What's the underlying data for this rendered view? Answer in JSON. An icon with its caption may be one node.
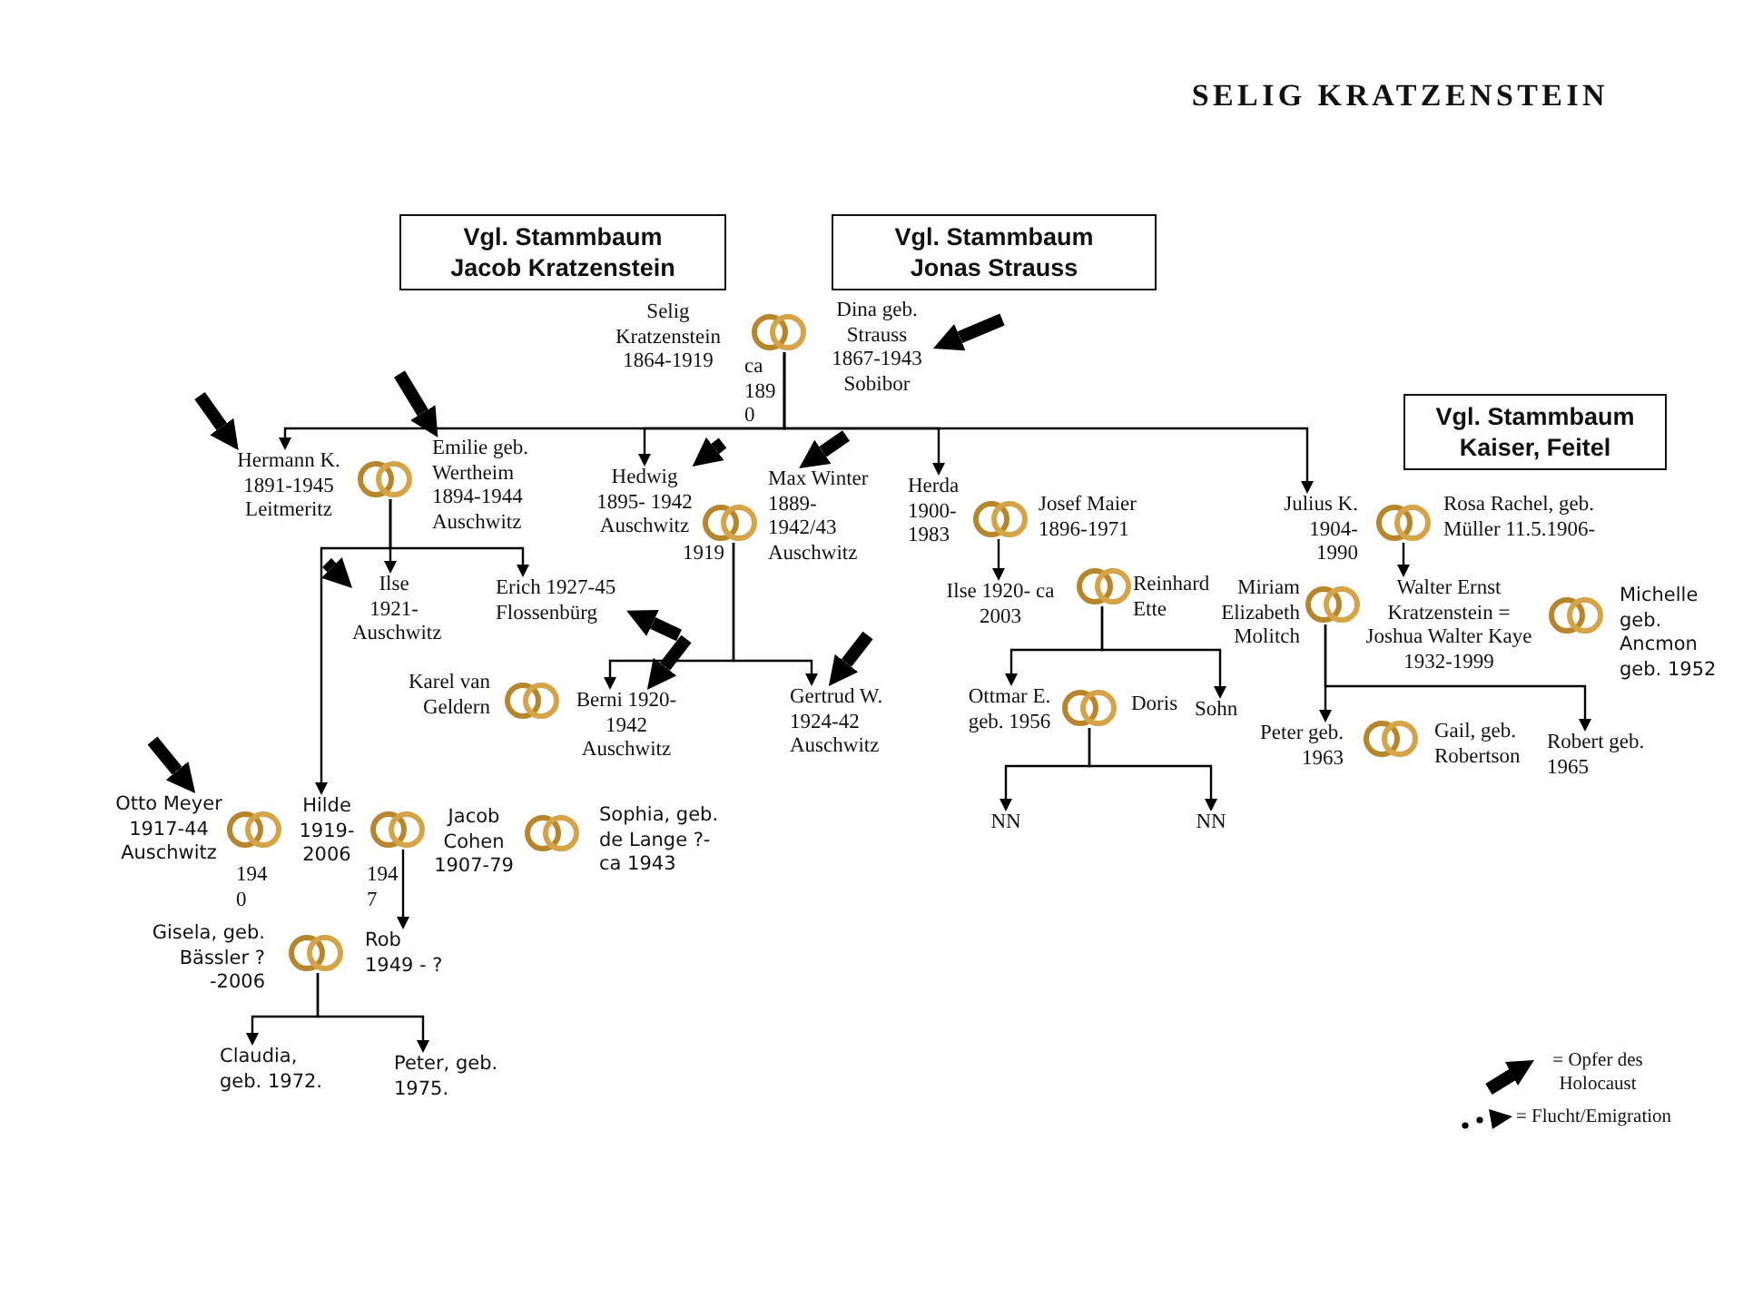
{
  "diagram": {
    "title": "SELIG KRATZENSTEIN",
    "nodes": [
      {
        "text": [
          "Vgl. Stammbaum Jacob Kratzenstein"
        ]
      },
      {
        "text": [
          "Vgl. Stammbaum Jonas Strauss"
        ]
      },
      {
        "text": [
          "Selig Kratzenstein 1864-1919"
        ]
      },
      {
        "text": [],
        "shape": "rings",
        "beside": [
          "ca 189 0"
        ]
      },
      {
        "text": [
          "Dina geb. Strauss 1867-1943 Sobibor"
        ]
      },
      {
        "text": [
          "Vgl. Stammbaum Kaiser, Feitel"
        ]
      },
      {
        "text": [
          "Hermann K. 1891-1945 Leitmeritz"
        ]
      },
      {
        "text": [],
        "shape": "rings"
      },
      {
        "text": [
          "Emilie geb. Wertheim 1894-1944 Auschwitz"
        ]
      },
      {
        "text": [
          "Hedwig 1895- 1942 Auschwitz"
        ]
      },
      {
        "text": [],
        "shape": "rings",
        "beside": [
          "1919"
        ]
      },
      {
        "text": [
          "Max Winter 1889- 1942/43 Auschwitz"
        ]
      },
      {
        "text": [
          "Herda 1900- 1983"
        ]
      },
      {
        "text": [],
        "shape": "rings"
      },
      {
        "text": [
          "Josef Maier 1896-1971"
        ]
      },
      {
        "text": [
          "Julius K. 1904- 1990"
        ]
      },
      {
        "text": [],
        "shape": "rings"
      },
      {
        "text": [
          "Rosa Rachel, geb. Müller 11.5.1906-"
        ]
      },
      {
        "text": [
          "Ilse 1921- Auschwitz"
        ]
      },
      {
        "text": [
          "Erich 1927-45 Flossenbürg"
        ]
      },
      {
        "text": [
          "Karel van Geldern"
        ]
      },
      {
        "text": [],
        "shape": "rings"
      },
      {
        "text": [
          "Berni 1920-1942 Auschwitz"
        ]
      },
      {
        "text": [
          "Gertrud W. 1924-42 Auschwitz"
        ]
      },
      {
        "text": [
          "Ilse 1920- ca 2003"
        ]
      },
      {
        "text": [],
        "shape": "rings"
      },
      {
        "text": [
          "Reinhard Ette"
        ]
      },
      {
        "text": [
          "Miriam Elizabeth Molitch"
        ]
      },
      {
        "text": [],
        "shape": "rings"
      },
      {
        "text": [
          "Walter Ernst Kratzenstein = Joshua Walter Kaye 1932-1999"
        ]
      },
      {
        "text": [],
        "shape": "rings"
      },
      {
        "text": [
          "Michelle geb. Ancmon geb. 1952"
        ]
      },
      {
        "text": [
          "Ottmar E. geb. 1956"
        ]
      },
      {
        "text": [],
        "shape": "rings"
      },
      {
        "text": [
          "Doris"
        ]
      },
      {
        "text": [
          "Sohn"
        ]
      },
      {
        "text": [
          "Peter geb. 1963"
        ]
      },
      {
        "text": [],
        "shape": "rings"
      },
      {
        "text": [
          "Gail, geb. Robertson"
        ]
      },
      {
        "text": [
          "Robert geb. 1965"
        ]
      },
      {
        "text": [
          "NN"
        ]
      },
      {
        "text": [
          "NN"
        ]
      },
      {
        "text": [
          "Otto Meyer 1917-44 Auschwitz"
        ]
      },
      {
        "text": [],
        "shape": "rings",
        "beside": [
          "194 0"
        ]
      },
      {
        "text": [
          "Hilde 1919- 2006"
        ]
      },
      {
        "text": [],
        "shape": "rings",
        "beside": [
          "194 7"
        ]
      },
      {
        "text": [
          "Jacob Cohen 1907-79"
        ]
      },
      {
        "text": [],
        "shape": "rings"
      },
      {
        "text": [
          "Sophia, geb. de Lange ?-ca 1943"
        ]
      },
      {
        "text": [
          "Gisela, geb. Bässler ?-2006"
        ]
      },
      {
        "text": [],
        "shape": "rings"
      },
      {
        "text": [
          "Rob 1949 - ?"
        ]
      },
      {
        "text": [
          "Claudia, geb. 1972."
        ]
      },
      {
        "text": [
          "Peter, geb. 1975."
        ]
      }
    ],
    "edges": [
      {
        "from": 3,
        "to": 6,
        "arrow": "to"
      },
      {
        "from": 3,
        "to": 9,
        "arrow": "to"
      },
      {
        "from": 3,
        "to": 12,
        "arrow": "to"
      },
      {
        "from": 3,
        "to": 15,
        "arrow": "to"
      },
      {
        "from": 7,
        "to": 18,
        "arrow": "to"
      },
      {
        "from": 7,
        "to": 19,
        "arrow": "to"
      },
      {
        "from": 7,
        "to": 44,
        "arrow": "to"
      },
      {
        "from": 10,
        "to": 22,
        "arrow": "to"
      },
      {
        "from": 10,
        "to": 23,
        "arrow": "to"
      },
      {
        "from": 13,
        "to": 24,
        "arrow": "to"
      },
      {
        "from": 16,
        "to": 29,
        "arrow": "to"
      },
      {
        "from": 25,
        "to": 32,
        "arrow": "to"
      },
      {
        "from": 25,
        "to": 35,
        "arrow": "to"
      },
      {
        "from": 28,
        "to": 36,
        "arrow": "to"
      },
      {
        "from": 28,
        "to": 39,
        "arrow": "to"
      },
      {
        "from": 33,
        "to": 40,
        "arrow": "to"
      },
      {
        "from": 33,
        "to": 41,
        "arrow": "to"
      },
      {
        "from": 45,
        "to": 51,
        "arrow": "to"
      },
      {
        "from": 50,
        "to": 52,
        "arrow": "to"
      },
      {
        "from": 50,
        "to": 53,
        "arrow": "to"
      },
      {
        "from": null,
        "to": 4,
        "arrow": "to",
        "style": "thick"
      },
      {
        "from": null,
        "to": 6,
        "arrow": "to",
        "style": "thick"
      },
      {
        "from": null,
        "to": 8,
        "arrow": "to",
        "style": "thick"
      },
      {
        "from": null,
        "to": 9,
        "arrow": "to",
        "style": "thick"
      },
      {
        "from": null,
        "to": 11,
        "arrow": "to",
        "style": "thick"
      },
      {
        "from": null,
        "to": 18,
        "arrow": "to",
        "style": "thick"
      },
      {
        "from": null,
        "to": 19,
        "arrow": "to",
        "style": "thick"
      },
      {
        "from": null,
        "to": 22,
        "arrow": "to",
        "style": "thick"
      },
      {
        "from": null,
        "to": 23,
        "arrow": "to",
        "style": "thick"
      },
      {
        "from": null,
        "to": 42,
        "arrow": "to",
        "style": "thick"
      }
    ],
    "legend": [
      {
        "text": "= Opfer des Holocaust"
      },
      {
        "text": "= Flucht/Emigration"
      }
    ]
  }
}
